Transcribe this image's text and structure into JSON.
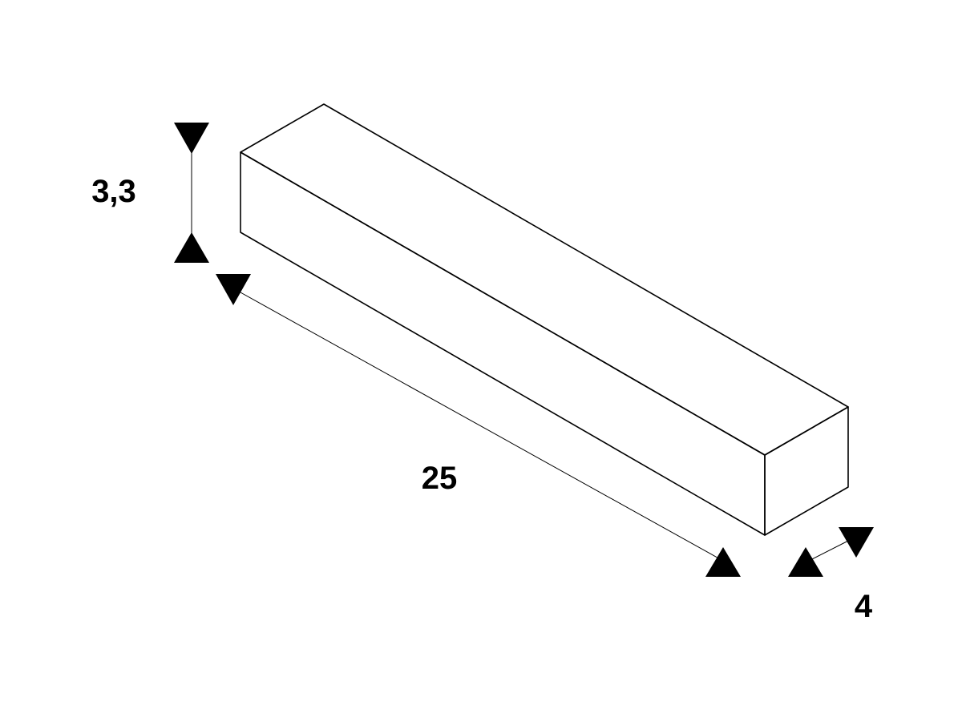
{
  "dimensions": {
    "height": "3,3",
    "length": "25",
    "width": "4"
  },
  "colors": {
    "line": "#000000",
    "background": "#ffffff"
  }
}
